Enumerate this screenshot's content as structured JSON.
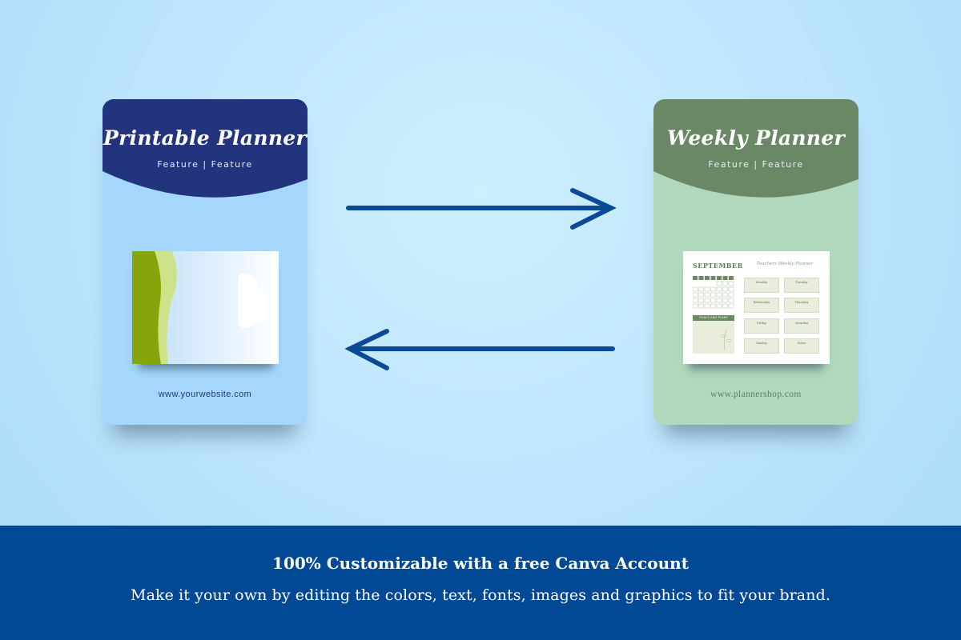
{
  "left_card": {
    "title": "Printable Planner",
    "subtitle": "Feature | Feature",
    "url": "www.yourwebsite.com",
    "header_color": "#21347d",
    "body_color": "#a4d7fb"
  },
  "right_card": {
    "title": "Weekly Planner",
    "subtitle": "Feature | Feature",
    "url": "www.plannershop.com",
    "header_color": "#6a8865",
    "body_color": "#b1d7bd",
    "thumbnail": {
      "month": "SEPTEMBER",
      "heading": "Teachers Weekly Planner",
      "goals_label": "GOALS AND PLANS",
      "days": [
        "Monday",
        "Tuesday",
        "Wednesday",
        "Thursday",
        "Friday",
        "Saturday",
        "Sunday",
        "Notes"
      ]
    }
  },
  "arrows": {
    "top_direction": "right",
    "bottom_direction": "left",
    "color": "#0a4a96"
  },
  "footer": {
    "title": "100% Customizable with a free Canva Account",
    "text": "Make it your own by editing the colors, text, fonts, images and graphics to fit your brand.",
    "background": "#024995"
  }
}
